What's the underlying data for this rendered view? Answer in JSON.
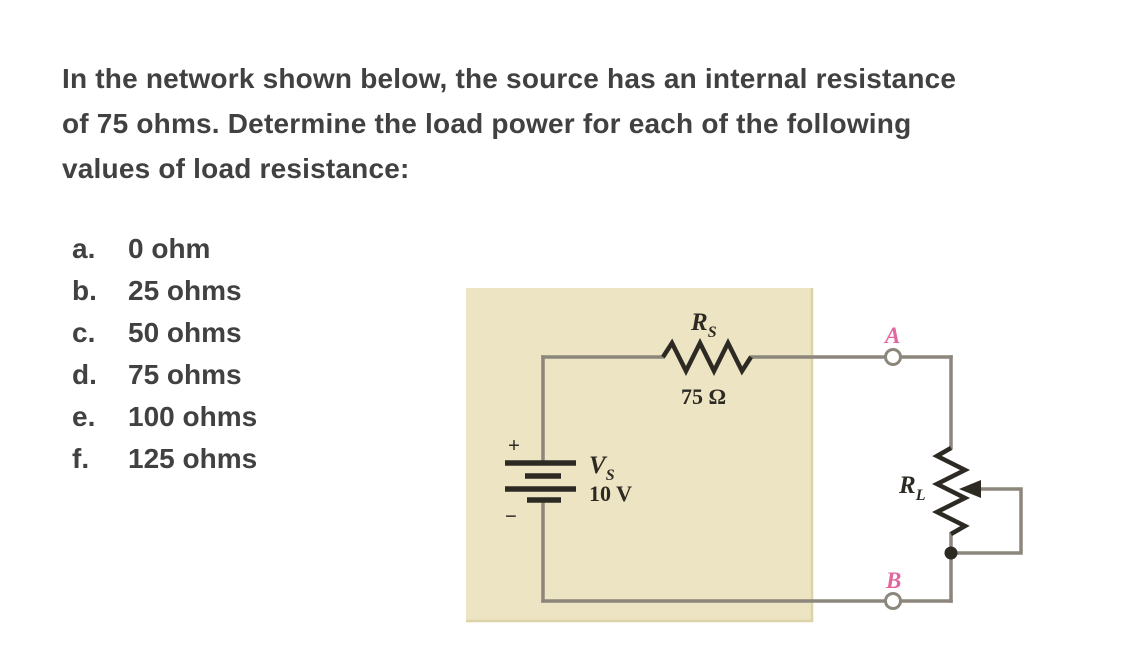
{
  "problem": {
    "statement_lines": [
      "In the network shown below, the source has an internal resistance",
      "of 75 ohms. Determine the load power for each of the following",
      "values of load resistance:"
    ],
    "options": [
      {
        "letter": "a.",
        "value": "0 ohm"
      },
      {
        "letter": "b.",
        "value": "25 ohms"
      },
      {
        "letter": "c.",
        "value": "50 ohms"
      },
      {
        "letter": "d.",
        "value": "75 ohms"
      },
      {
        "letter": "e.",
        "value": "100 ohms"
      },
      {
        "letter": "f.",
        "value": "125 ohms"
      }
    ]
  },
  "circuit": {
    "source_resistor": {
      "symbol": "R",
      "subscript": "S",
      "value": "75 Ω"
    },
    "voltage_source": {
      "symbol": "V",
      "subscript": "S",
      "value": "10 V",
      "plus": "+",
      "minus": "−"
    },
    "load_resistor": {
      "symbol": "R",
      "subscript": "L"
    },
    "terminals": {
      "top": "A",
      "bottom": "B"
    },
    "colors": {
      "source_panel": "#ece4c3",
      "wire": "#8c867c",
      "component": "#2d2a24",
      "terminal_label": "#e2679e"
    }
  }
}
